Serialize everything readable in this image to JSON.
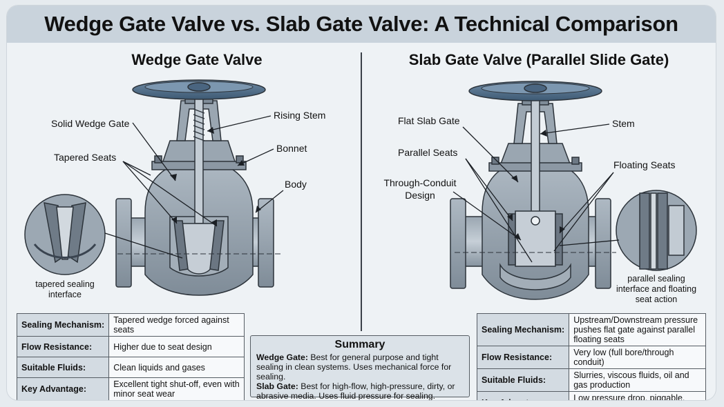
{
  "title": "Wedge Gate Valve vs. Slab Gate Valve: A Technical Comparison",
  "wedge": {
    "title": "Wedge Gate Valve",
    "labels": {
      "solid_wedge_gate": "Solid Wedge Gate",
      "rising_stem": "Rising Stem",
      "bonnet": "Bonnet",
      "tapered_seats": "Tapered Seats",
      "body": "Body"
    },
    "inset_caption_1": "tapered sealing",
    "inset_caption_2": "interface",
    "table": [
      {
        "key": "Sealing Mechanism:",
        "value": "Tapered wedge forced against seats"
      },
      {
        "key": "Flow Resistance:",
        "value": "Higher due to seat design"
      },
      {
        "key": "Suitable Fluids:",
        "value": "Clean liquids and gases"
      },
      {
        "key": "Key Advantage:",
        "value": "Excellent tight shut-off, even with minor seat wear"
      }
    ]
  },
  "slab": {
    "title": "Slab Gate Valve (Parallel Slide Gate)",
    "labels": {
      "flat_slab_gate": "Flat Slab Gate",
      "stem": "Stem",
      "parallel_seats": "Parallel Seats",
      "floating_seats": "Floating Seats",
      "through_conduit_1": "Through-Conduit",
      "through_conduit_2": "Design"
    },
    "inset_caption_1": "parallel sealing",
    "inset_caption_2": "interface and floating",
    "inset_caption_3": "seat action",
    "table": [
      {
        "key": "Sealing Mechanism:",
        "value": "Upstream/Downstream pressure pushes flat gate against parallel floating seats"
      },
      {
        "key": "Flow Resistance:",
        "value": "Very low (full bore/through conduit)"
      },
      {
        "key": "Suitable Fluids:",
        "value": "Slurries, viscous fluids, oil and gas production"
      },
      {
        "key": "Key Advantage:",
        "value": "Low pressure drop, piggable, good for high-pressure service"
      }
    ]
  },
  "summary": {
    "title": "Summary",
    "wedge_label": "Wedge Gate:",
    "wedge_text": " Best for general purpose and tight sealing in clean systems. Uses mechanical force for sealing.",
    "slab_label": "Slab Gate:",
    "slab_text": " Best for high-flow, high-pressure, dirty, or abrasive media. Uses fluid pressure for sealing."
  },
  "colors": {
    "metal_dark": "#4f5a66",
    "metal": "#8e9aa6",
    "metal_light": "#b9c3cc",
    "handwheel": "#5b7690",
    "accent_blue": "#3f5f7e"
  }
}
